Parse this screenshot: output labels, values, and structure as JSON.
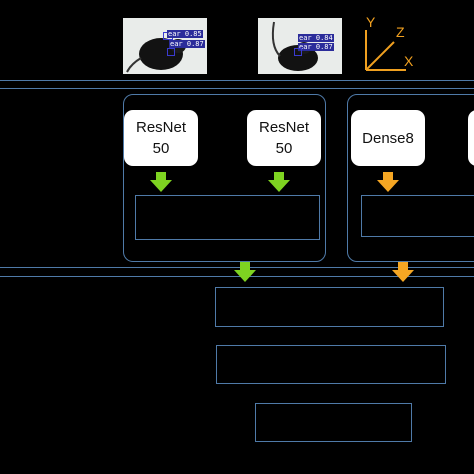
{
  "header": {
    "images": [
      {
        "detections": [
          {
            "label": "ear",
            "score": "0.85"
          },
          {
            "label": "ear",
            "score": "0.87"
          }
        ]
      },
      {
        "detections": [
          {
            "label": "ear",
            "score": "0.84"
          },
          {
            "label": "ear",
            "score": "0.87"
          }
        ]
      }
    ],
    "axes": {
      "y": "Y",
      "z": "Z",
      "x": "X",
      "color": "#f0a020"
    }
  },
  "models": [
    {
      "label": "ResNet\n50",
      "arrow_color": "#7ed321"
    },
    {
      "label": "ResNet\n50",
      "arrow_color": "#7ed321"
    },
    {
      "label": "Dense8",
      "arrow_color": "#f5a623"
    }
  ],
  "colors": {
    "line": "#4f7aa8",
    "green_arrow": "#7ed321",
    "orange_arrow": "#f5a623"
  }
}
